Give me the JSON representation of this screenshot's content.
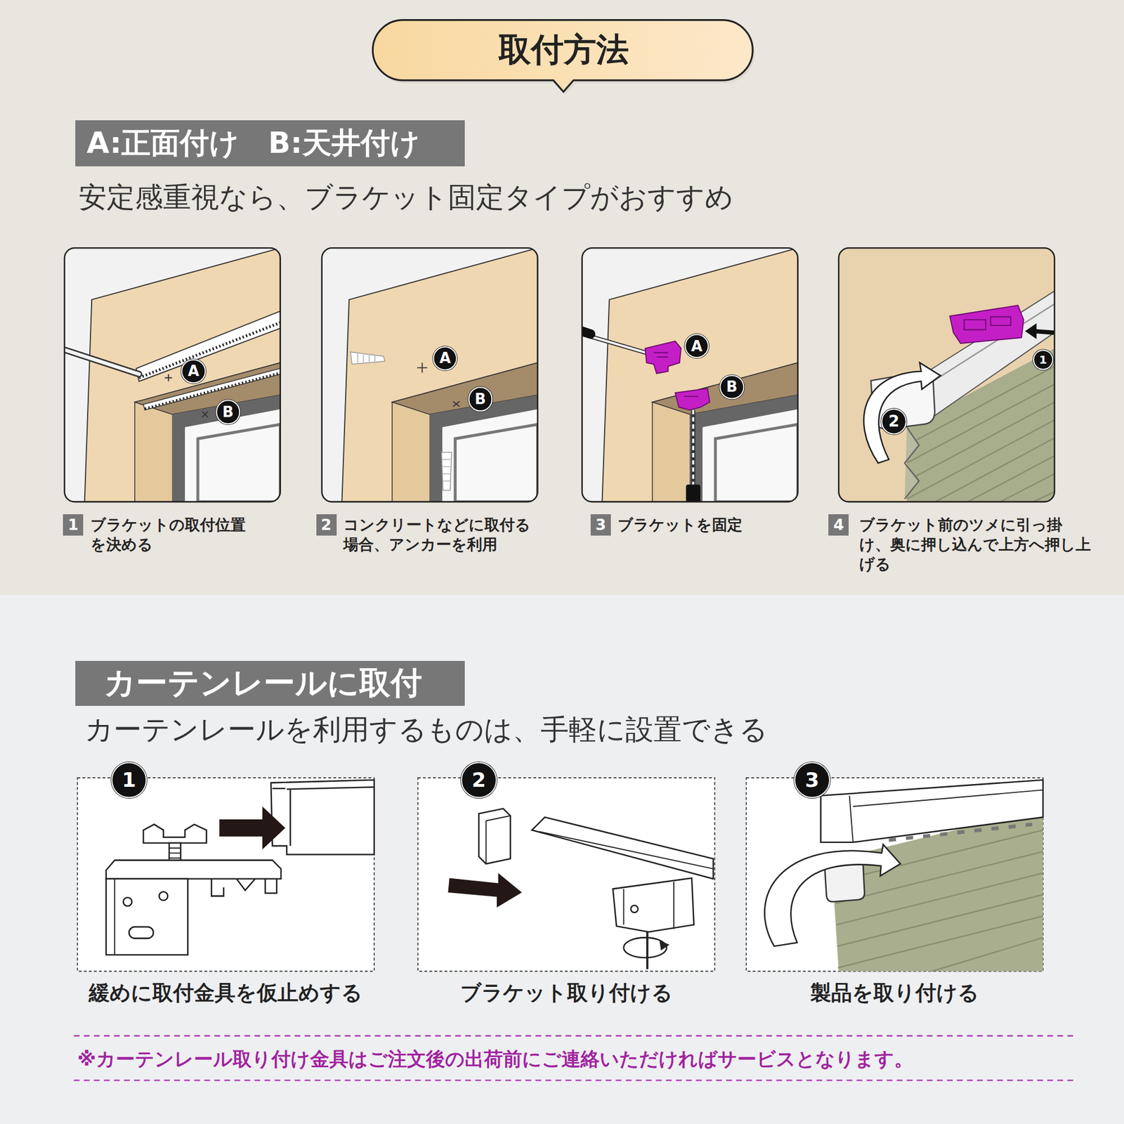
{
  "diagram": {
    "title": "取付方法",
    "nodes": [
      {
        "text": [
          "A:正面付け　B:天井付け"
        ]
      },
      {
        "text": [
          "カーテンレールに取付"
        ]
      }
    ],
    "labels": [
      "安定感重視なら、ブラケット固定タイプがおすすめ",
      "A",
      "B",
      "A",
      "B",
      "A",
      "B",
      "1",
      "2",
      "1",
      "ブラケットの取付位置を決める",
      "2",
      "コンクリートなどに取付る場合、アンカーを利用",
      "3",
      "ブラケットを固定",
      "4",
      "ブラケット前のツメに引っ掛け、奥に押し込んで上方へ押し上げる",
      "カーテンレールを利用するものは、手軽に設置できる",
      "1",
      "2",
      "3",
      "緩めに取付金具を仮止めする",
      "ブラケット取り付ける",
      "製品を取り付ける",
      "※カーテンレール取り付け金具はご注文後の出荷前にご連絡いただければサービスとなります。"
    ]
  }
}
